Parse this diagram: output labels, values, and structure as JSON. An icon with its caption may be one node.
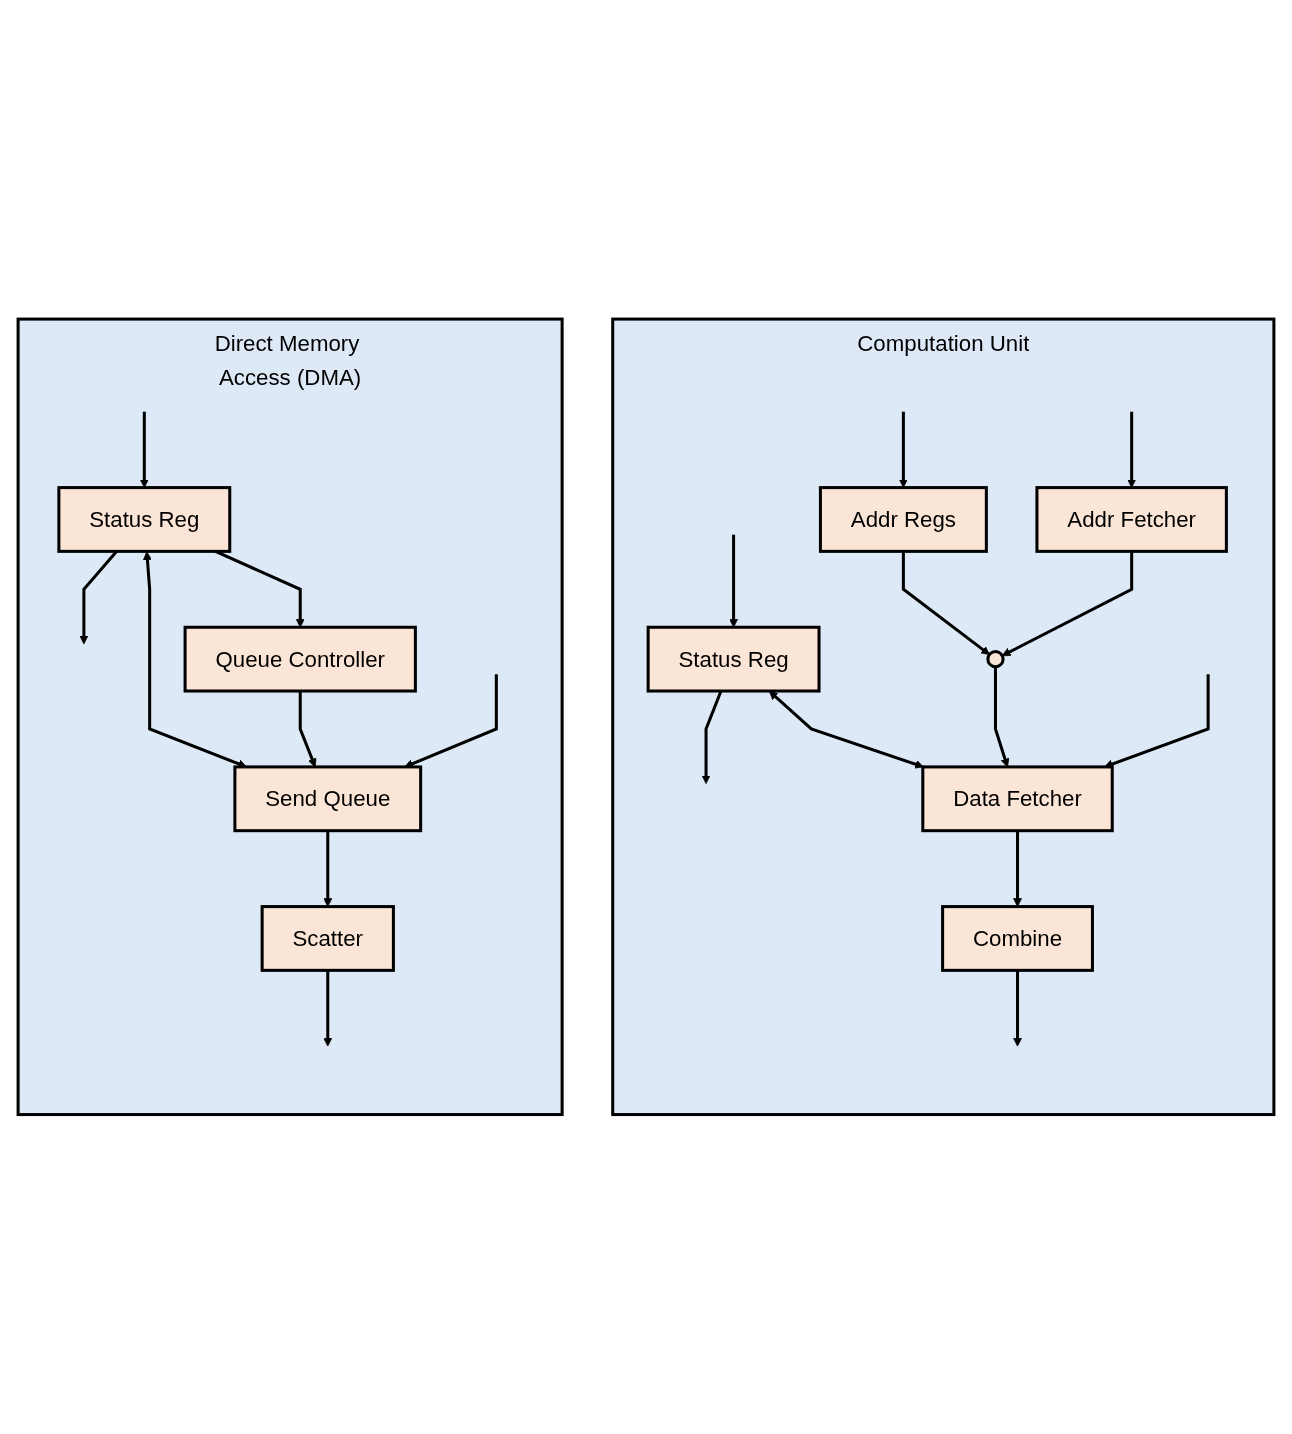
{
  "diagram": {
    "nodes": [
      {
        "text": [
          "Computation Unit"
        ]
      },
      {
        "text": [
          "Status Reg"
        ],
        "in": 0
      },
      {
        "text": [
          "Addr Regs"
        ],
        "in": 0
      },
      {
        "text": [
          "Addr Fetcher"
        ],
        "in": 0
      },
      {
        "text": [],
        "shape": "circle",
        "in": 0
      },
      {
        "text": [
          "Data Fetcher"
        ],
        "in": 0
      },
      {
        "text": [
          "Combine"
        ],
        "in": 0
      },
      {
        "text": [
          "Direct Memory Access (DMA)"
        ]
      },
      {
        "text": [
          "Status Reg"
        ],
        "in": 7
      },
      {
        "text": [
          "Queue Controller"
        ],
        "in": 7
      },
      {
        "text": [
          "Send Queue"
        ],
        "in": 7
      },
      {
        "text": [
          "Scatter"
        ],
        "in": 7
      }
    ],
    "edges": [
      {
        "from": null,
        "to": 1,
        "arrow": "to"
      },
      {
        "from": 1,
        "to": null,
        "arrow": "to"
      },
      {
        "from": null,
        "to": 2,
        "arrow": "to"
      },
      {
        "from": null,
        "to": 3,
        "arrow": "to"
      },
      {
        "from": 2,
        "to": 4,
        "arrow": "to"
      },
      {
        "from": 3,
        "to": 4,
        "arrow": "to"
      },
      {
        "from": 4,
        "to": 5,
        "arrow": "to"
      },
      {
        "from": 1,
        "to": 5,
        "arrow": "both"
      },
      {
        "from": null,
        "to": 5,
        "arrow": "to"
      },
      {
        "from": 5,
        "to": 6,
        "arrow": "to"
      },
      {
        "from": 6,
        "to": null,
        "arrow": "to"
      },
      {
        "from": null,
        "to": 8,
        "arrow": "to"
      },
      {
        "from": 8,
        "to": null,
        "arrow": "to"
      },
      {
        "from": 8,
        "to": 9,
        "arrow": "to"
      },
      {
        "from": 8,
        "to": 10,
        "arrow": "both"
      },
      {
        "from": 9,
        "to": 10,
        "arrow": "to"
      },
      {
        "from": null,
        "to": 10,
        "arrow": "to"
      },
      {
        "from": 10,
        "to": 11,
        "arrow": "to"
      },
      {
        "from": 11,
        "to": null,
        "arrow": "to"
      }
    ]
  }
}
